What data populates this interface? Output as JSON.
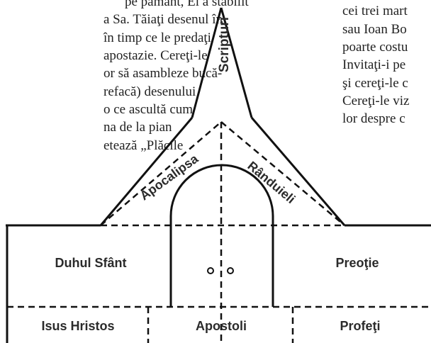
{
  "left_text": [
    "pe pământ, El a stabilit",
    "a Sa. Tăiaţi desenul în",
    "în timp ce le predaţi",
    "apostazie. Cereţi-le",
    "or să asambleze bucă-",
    "refacă) desenului",
    "o ce ascultă cum",
    "na de la pian",
    "etează „Plăcile"
  ],
  "right_text": [
    "cei trei mart",
    "sau Ioan Bo",
    "poarte costu",
    "Invitaţi-i pe",
    "şi cereţi-le c",
    "Cereţi-le viz",
    "lor despre c"
  ],
  "diagram": {
    "steeple": "Scripturi",
    "roof_left": "Apocalipsa",
    "roof_right": "Rânduieli",
    "wall_left": "Duhul Sfânt",
    "wall_right": "Preoţie",
    "foundation": [
      "Isus Hristos",
      "Apostoli",
      "Profeţi"
    ]
  }
}
